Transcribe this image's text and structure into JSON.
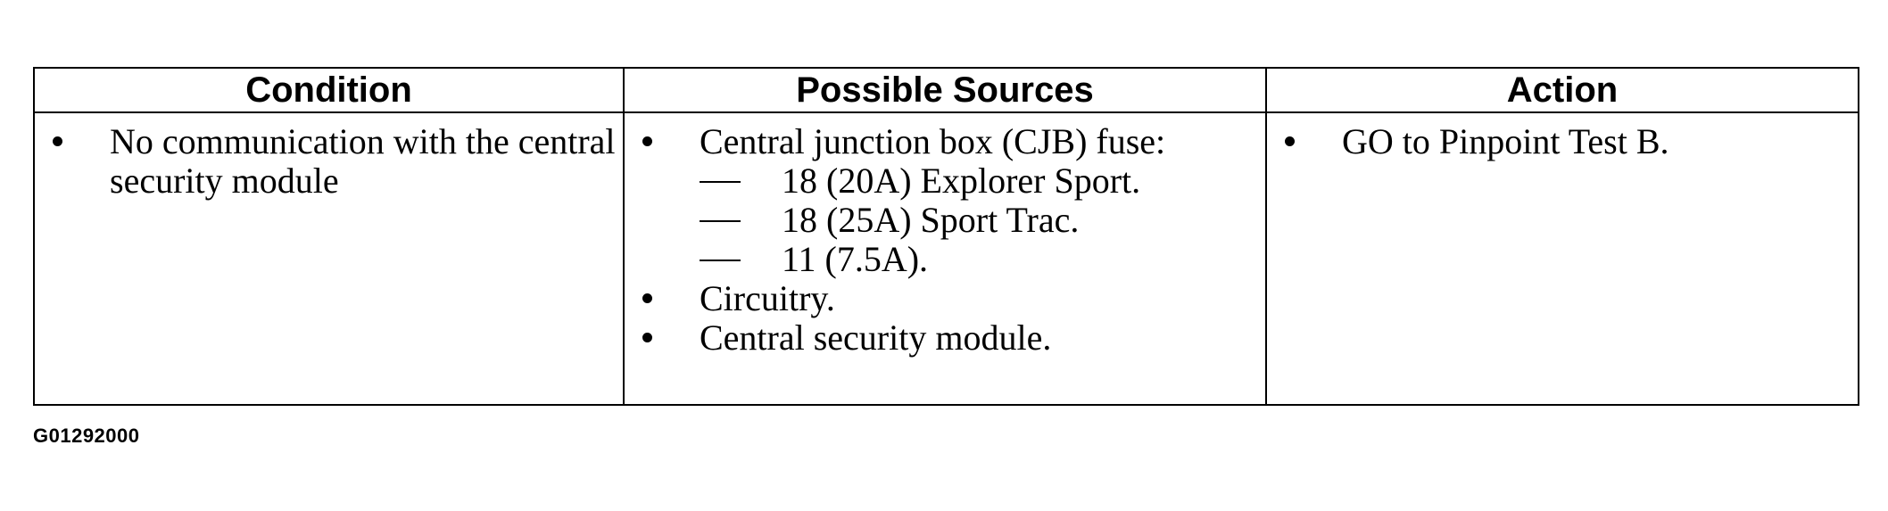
{
  "table": {
    "headers": {
      "condition": "Condition",
      "sources": "Possible Sources",
      "action": "Action"
    },
    "rows": [
      {
        "condition": [
          "No communication with the central security module"
        ],
        "sources": [
          {
            "text": "Central junction box (CJB) fuse:",
            "sub": [
              "18 (20A) Explorer Sport.",
              "18 (25A) Sport Trac.",
              "11 (7.5A)."
            ]
          },
          {
            "text": "Circuitry."
          },
          {
            "text": "Central security module."
          }
        ],
        "action": [
          "GO to Pinpoint Test B."
        ]
      }
    ]
  },
  "figure_id": "G01292000"
}
